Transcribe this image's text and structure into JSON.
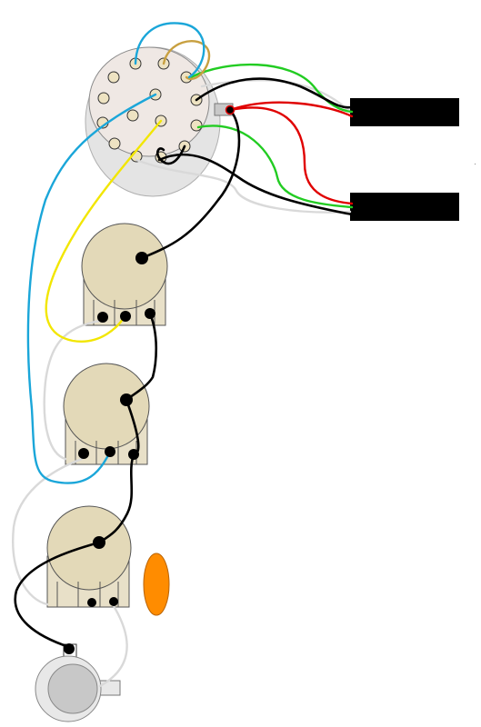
{
  "diagram": {
    "components": {
      "rotary_switch": {
        "lug_count": 12
      },
      "pickups": {
        "count": 2
      },
      "potentiometers": {
        "count": 3
      },
      "capacitor": {
        "color": "#ff8c00"
      },
      "output_jack": {
        "count": 1
      }
    },
    "wire_colors": {
      "black": "#000000",
      "white": "#d9d9d9",
      "red": "#e00000",
      "green": "#22cc22",
      "blue": "#1aa6d9",
      "yellow": "#f2e600",
      "tan": "#c8a040"
    },
    "component_colors": {
      "pot_cap": "#e3d9b8",
      "pot_body": "#e8e0c8",
      "switch_body": "#e4e4e4",
      "lug": "#eee3c2",
      "pickup": "#000000",
      "jack_body": "#c8c8c8"
    }
  }
}
